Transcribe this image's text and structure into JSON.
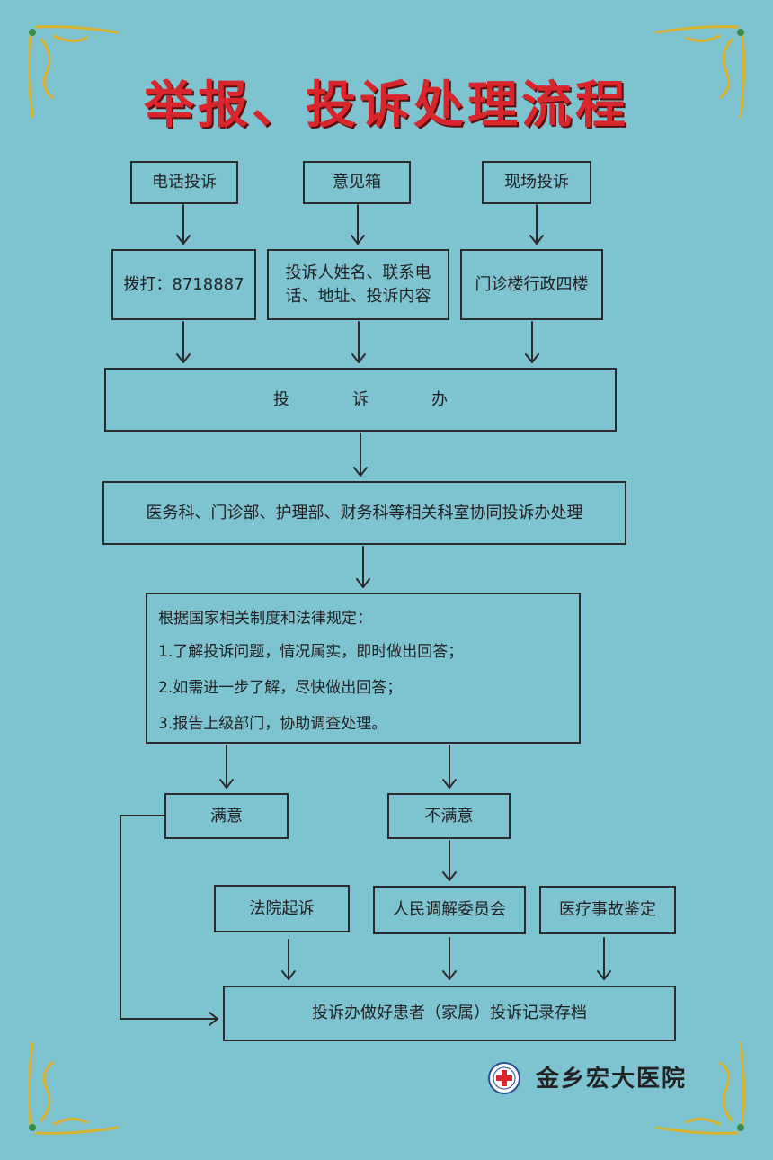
{
  "title": "举报、投诉处理流程",
  "channels": {
    "phone": "电话投诉",
    "suggestion_box": "意见箱",
    "onsite": "现场投诉"
  },
  "details": {
    "phone": "拨打：8718887",
    "suggestion_box": "投诉人姓名、联系电话、地址、投诉内容",
    "onsite": "门诊楼行政四楼"
  },
  "complaint_office": [
    "投",
    "诉",
    "办"
  ],
  "departments": "医务科、门诊部、护理部、财务科等相关科室协同投诉办处理",
  "rules": {
    "heading": "根据国家相关制度和法律规定：",
    "items": [
      "1.了解投诉问题，情况属实，即时做出回答；",
      "2.如需进一步了解，尽快做出回答；",
      "3.报告上级部门，协助调查处理。"
    ]
  },
  "outcomes": {
    "satisfied": "满意",
    "unsatisfied": "不满意"
  },
  "escalation": {
    "court": "法院起诉",
    "mediation": "人民调解委员会",
    "medical_appraisal": "医疗事故鉴定"
  },
  "archive": "投诉办做好患者（家属）投诉记录存档",
  "hospital_name": "金乡宏大医院",
  "colors": {
    "background": "#7ec3d0",
    "title": "#d8262c",
    "ornament": "#d9b230"
  }
}
